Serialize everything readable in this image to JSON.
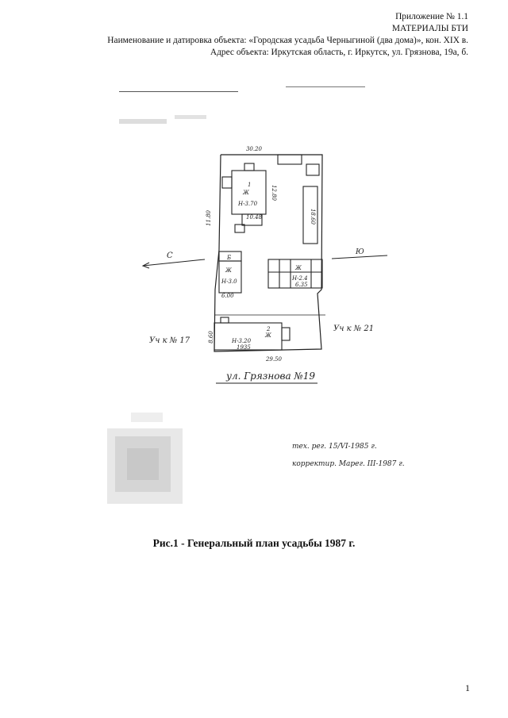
{
  "header": {
    "appendix": "Приложение № 1.1",
    "materials": "МАТЕРИАЛЫ БТИ",
    "object_name": "Наименование и датировка объекта: «Городская усадьба Черныгиной (два дома)», кон. XIX в.",
    "address": "Адрес объекта: Иркутская область, г. Иркутск, ул. Грязнова, 19а, б."
  },
  "plan": {
    "dim_top": "30.20",
    "dim_bottom": "29.50",
    "dim_left": "11.80",
    "dim_right_long": "18.60",
    "dim_center": "12.80",
    "dim_lower_left": "8.60",
    "house_1": {
      "label": "1",
      "sub": "Ж",
      "height": "Н-3.70",
      "width": "10.48"
    },
    "house_2": {
      "label": "2",
      "sub": "Ж",
      "height": "Н-3.20",
      "year": "1935"
    },
    "shed_b": {
      "label": "Б",
      "sub": "Ж",
      "height": "Н-3.0",
      "dim": "6.00"
    },
    "shed_right": {
      "label": "Ж",
      "height": "Н-2.4",
      "dim": "6.35"
    },
    "neighbor_left": "Уч к № 17",
    "neighbor_right": "Уч к № 21",
    "street": "ул. Грязнова №19",
    "arrow_left": "С",
    "arrow_right": "Ю",
    "note_1": "тех. рег. 15/VI-1985 г.",
    "note_2": "корректир. Марег. III-1987 г."
  },
  "caption": "Рис.1 - Генеральный план усадьбы 1987 г.",
  "page_number": "1"
}
